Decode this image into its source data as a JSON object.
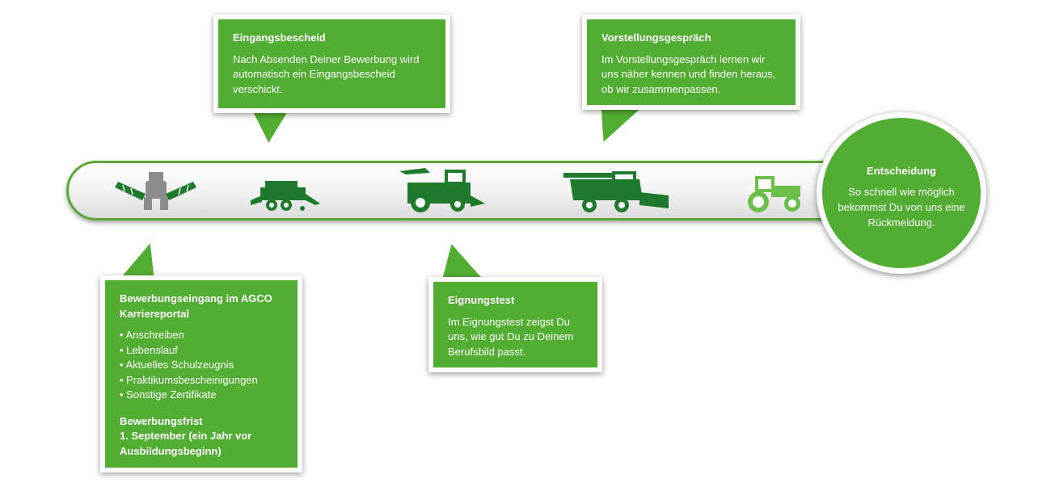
{
  "steps": {
    "eingang": {
      "title": "Eingangsbescheid",
      "text": "Nach Absenden Deiner Bewerbung wird automatisch ein Eingangsbescheid verschickt."
    },
    "vorstellung": {
      "title": "Vorstellungsgespräch",
      "text": "Im Vorstellungsgespräch lernen wir uns näher kennen und finden heraus, ob wir zusammenpassen."
    },
    "bewerbung": {
      "title": "Bewerbungseingang im AGCO Karriereportal",
      "items": [
        "• Anschreiben",
        "• Lebenslauf",
        "• Aktuelles Schulzeugnis",
        "• Praktikumsbescheinigungen",
        "• Sonstige Zertifikate"
      ],
      "deadline_title": "Bewerbungsfrist",
      "deadline_text": "1. September (ein Jahr vor Ausbildungsbeginn)"
    },
    "eignung": {
      "title": "Eignungstest",
      "text": "Im Eignungstest zeigst Du uns, wie gut Du zu Deinem Berufsbild passt."
    },
    "entscheidung": {
      "title": "Entscheidung",
      "text": "So schnell wie möglich bekommst Du von uns eine Rückmeldung."
    }
  },
  "icons": [
    "mower-icon",
    "baler-icon",
    "forage-harvester-icon",
    "combine-harvester-icon",
    "tractor-icon"
  ],
  "colors": {
    "accent": "#52ae32",
    "dark_green": "#1f7a2e",
    "gray": "#8c8c8c",
    "light_green": "#6cc04a"
  }
}
